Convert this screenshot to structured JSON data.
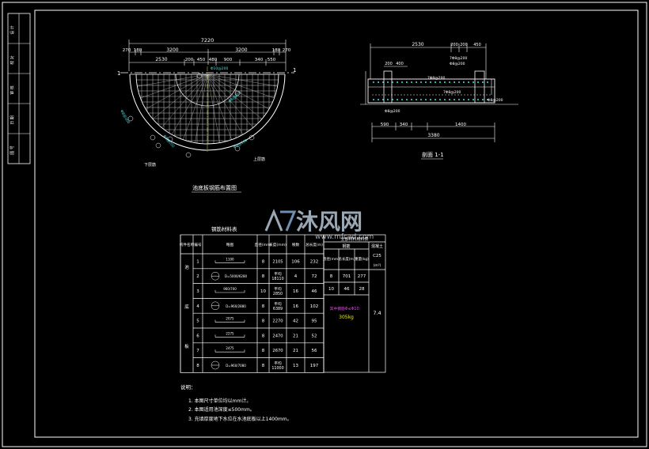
{
  "colors": {
    "background": "#000000",
    "line": "#ffffff",
    "dim": "#e8e832",
    "rebar": "#44e0e0",
    "accent": "#e050e0",
    "watermark": "#9aa7b5"
  },
  "title_strip": [
    "设 计",
    "校 对",
    "审 核",
    "日 期",
    "图 号"
  ],
  "plan": {
    "overall": "7220",
    "row1": [
      "270",
      "180",
      "3200",
      "3200",
      "180",
      "270"
    ],
    "row2": [
      "2530",
      "200",
      "450",
      "480",
      "900",
      "340",
      "550"
    ],
    "section_mark_left": "1",
    "section_mark_right": "1",
    "label_lower_left": "下层筋",
    "label_lower_right": "上层筋",
    "caption": "池底板钢筋布置图"
  },
  "section": {
    "top_dims": [
      "2530",
      "200",
      "200",
      "450"
    ],
    "dims2": [
      "200",
      "400"
    ],
    "bottom_dims": [
      "590",
      "340",
      "1400"
    ],
    "overall_bottom": "3380",
    "notes": [
      "7Φ8@200",
      "Φ8@200",
      "7Φ8@200",
      "7Φ8@200",
      "Φ8@200",
      "Φ8@200"
    ],
    "caption": "剖面 1-1"
  },
  "watermark": {
    "brand": "沐风网",
    "url": "www.mfcad.com"
  },
  "rebar_table": {
    "title": "钢筋材料表",
    "headers": [
      "构件名称",
      "编号",
      "略图",
      "直径(mm)",
      "长度(mm)",
      "根数",
      "总长度(m)"
    ],
    "group_labels": [
      "池",
      "底",
      "板"
    ],
    "rows": [
      {
        "no": "1",
        "sketch": "1100",
        "dia": "8",
        "len": "2105",
        "cnt": "106",
        "total": "232"
      },
      {
        "no": "2",
        "sketch": "D=5000/6280",
        "dia": "8",
        "len": "平均\n18110",
        "cnt": "4",
        "total": "72"
      },
      {
        "no": "3",
        "sketch": "960/700",
        "dia": "10",
        "len": "平均\n2850",
        "cnt": "16",
        "total": "46"
      },
      {
        "no": "4",
        "sketch": "D=960/2880",
        "dia": "8",
        "len": "平均\n6389",
        "cnt": "16",
        "total": "102"
      },
      {
        "no": "5",
        "sketch": "2075",
        "dia": "8",
        "len": "2270",
        "cnt": "42",
        "total": "95"
      },
      {
        "no": "6",
        "sketch": "2275",
        "dia": "8",
        "len": "2470",
        "cnt": "21",
        "total": "52"
      },
      {
        "no": "7",
        "sketch": "2475",
        "dia": "8",
        "len": "2670",
        "cnt": "21",
        "total": "56"
      },
      {
        "no": "8",
        "sketch": "D=960/7080",
        "dia": "8",
        "len": "平均\n11000",
        "cnt": "13",
        "total": "197"
      }
    ]
  },
  "summary_table": {
    "title": "全部材料用料表",
    "group": "钢筋",
    "headers": [
      "直径(mm)",
      "总长度(m)",
      "重量(kg)"
    ],
    "concrete_header": "混凝土",
    "concrete_grade": "C25",
    "concrete_unit": "(m³)",
    "rows": [
      {
        "dia": "8",
        "len": "701",
        "wt": "277"
      },
      {
        "dia": "10",
        "len": "46",
        "wt": "28"
      }
    ],
    "note_label": "其中钢筋Φ≤Φ10：",
    "note_value": "305kg",
    "concrete_value": "7.4"
  },
  "notes": {
    "heading": "说明：",
    "items": [
      "1. 本图尺寸单位均以mm计。",
      "2. 本图适用池深度≤500mm。",
      "3. 充填厚度地下水位在水池底板以上1400mm。"
    ]
  }
}
